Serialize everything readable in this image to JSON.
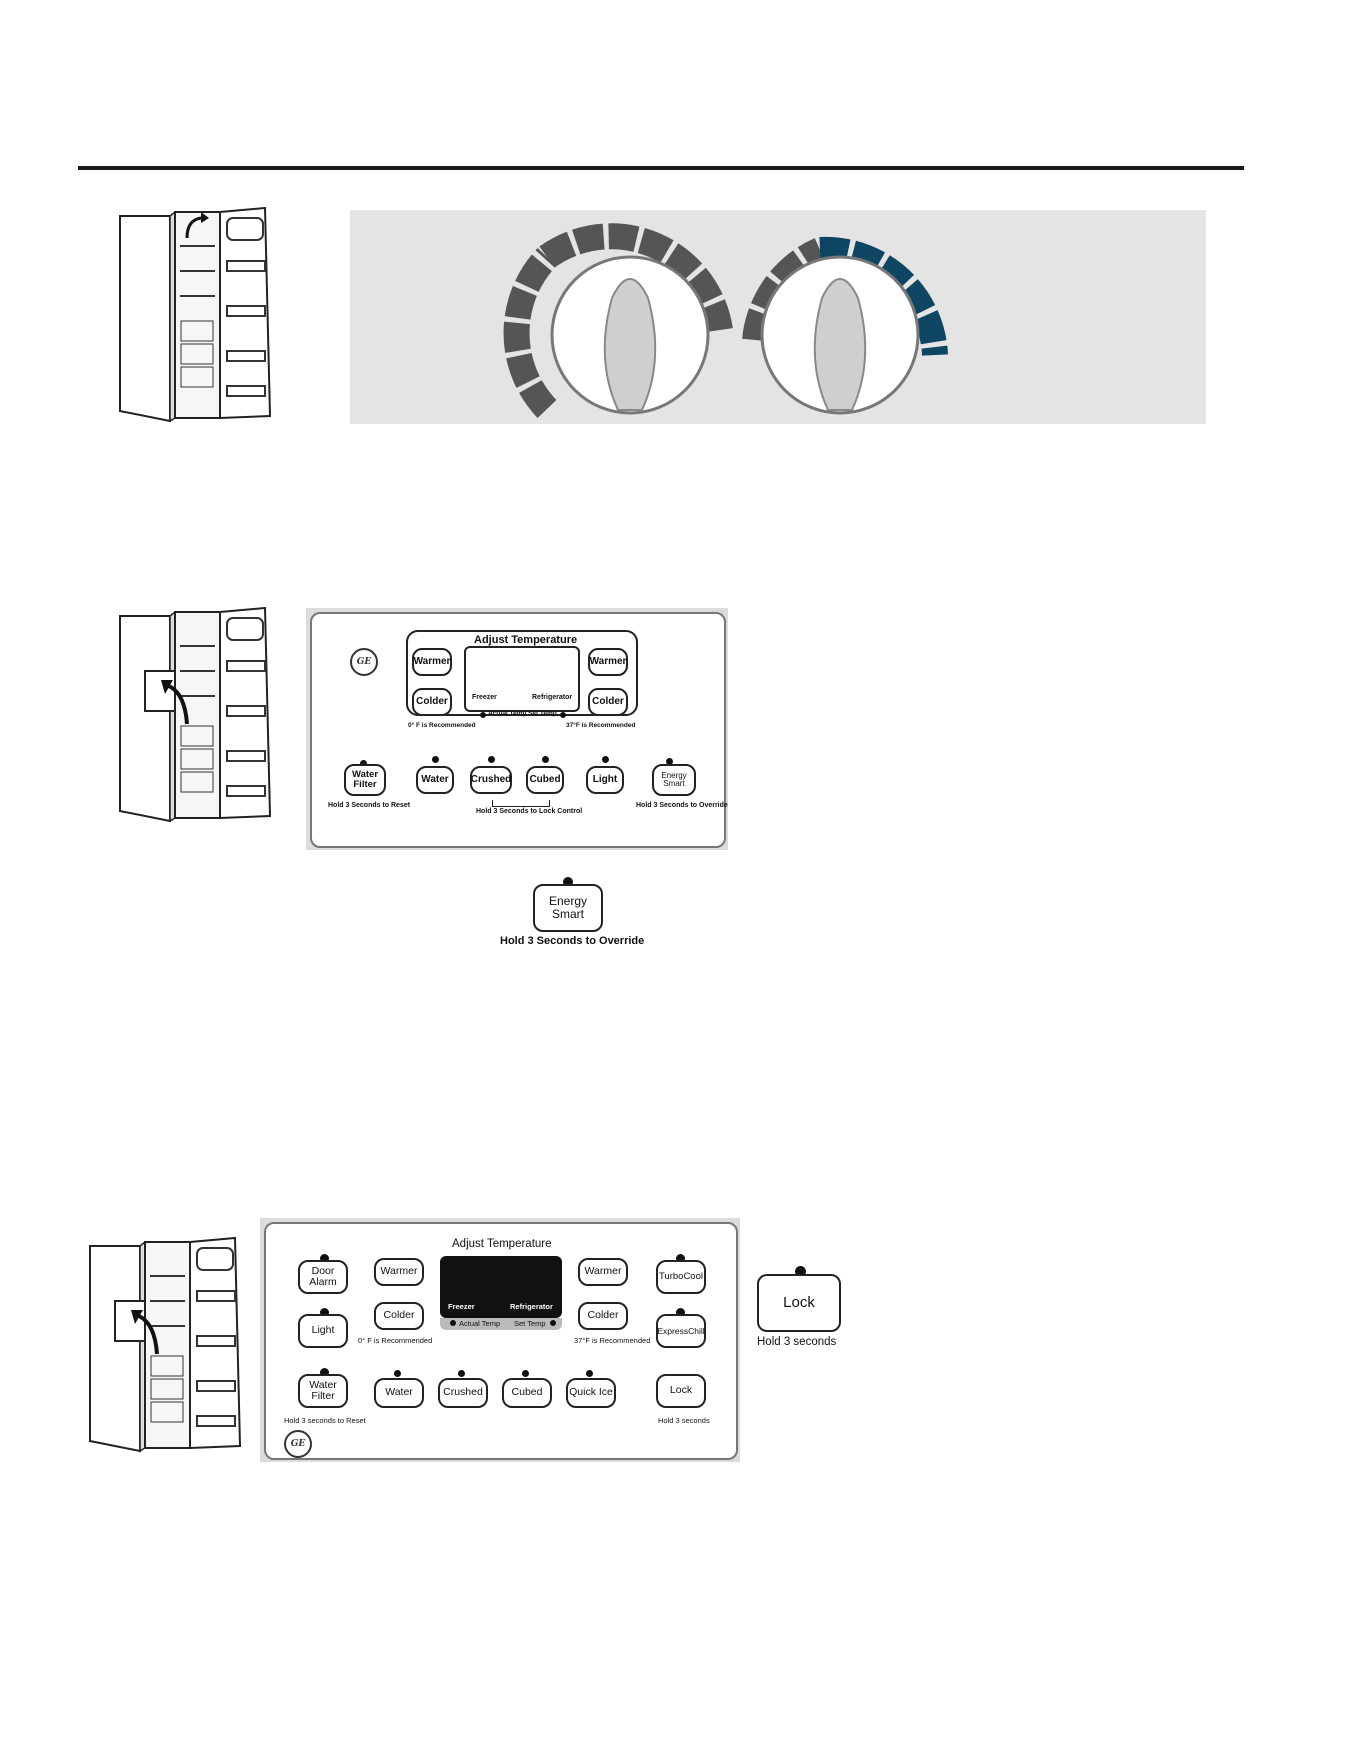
{
  "section1": {
    "dial_panel": {
      "colors": {
        "left_dial_segments": "#555555",
        "right_dial_segments": "#0d4562",
        "background": "#e4e4e4"
      }
    }
  },
  "section2": {
    "panel": {
      "adjust_title": "Adjust Temperature",
      "warmer_left": "Warmer",
      "colder_left": "Colder",
      "warmer_right": "Warmer",
      "colder_right": "Colder",
      "freezer": "Freezer",
      "refrigerator": "Refrigerator",
      "actual_temp": "Actual Temp",
      "set_temp": "Set Temp",
      "freezer_rec": "0° F is Recommended",
      "fridge_rec": "37°F is Recommended",
      "water_filter_line1": "Water",
      "water_filter_line2": "Filter",
      "water_filter_hint": "Hold 3 Seconds to Reset",
      "water": "Water",
      "crushed": "Crushed",
      "cubed": "Cubed",
      "light": "Light",
      "lock_hint": "Hold 3 Seconds to Lock Control",
      "energy_line1": "Energy",
      "energy_line2": "Smart",
      "energy_hint": "Hold 3 Seconds to Override",
      "logo": "GE"
    },
    "energy_callout": {
      "line1": "Energy",
      "line2": "Smart",
      "hint": "Hold 3 Seconds to Override"
    }
  },
  "section3": {
    "panel": {
      "adjust_title": "Adjust Temperature",
      "door_alarm_line1": "Door",
      "door_alarm_line2": "Alarm",
      "light": "Light",
      "water_filter_line1": "Water",
      "water_filter_line2": "Filter",
      "water_filter_hint": "Hold 3 seconds to Reset",
      "warmer_left": "Warmer",
      "colder_left": "Colder",
      "freezer_rec": "0° F is Recommended",
      "freezer": "Freezer",
      "refrigerator": "Refrigerator",
      "actual_temp": "Actual Temp",
      "set_temp": "Set Temp",
      "warmer_right": "Warmer",
      "colder_right": "Colder",
      "fridge_rec": "37°F is Recommended",
      "turbocool": "TurboCool",
      "expresschill": "ExpressChill",
      "water": "Water",
      "crushed": "Crushed",
      "cubed": "Cubed",
      "quick_ice": "Quick Ice",
      "lock": "Lock",
      "lock_hint": "Hold 3 seconds",
      "logo": "GE"
    },
    "lock_callout": {
      "label": "Lock",
      "hint": "Hold 3 seconds"
    }
  }
}
